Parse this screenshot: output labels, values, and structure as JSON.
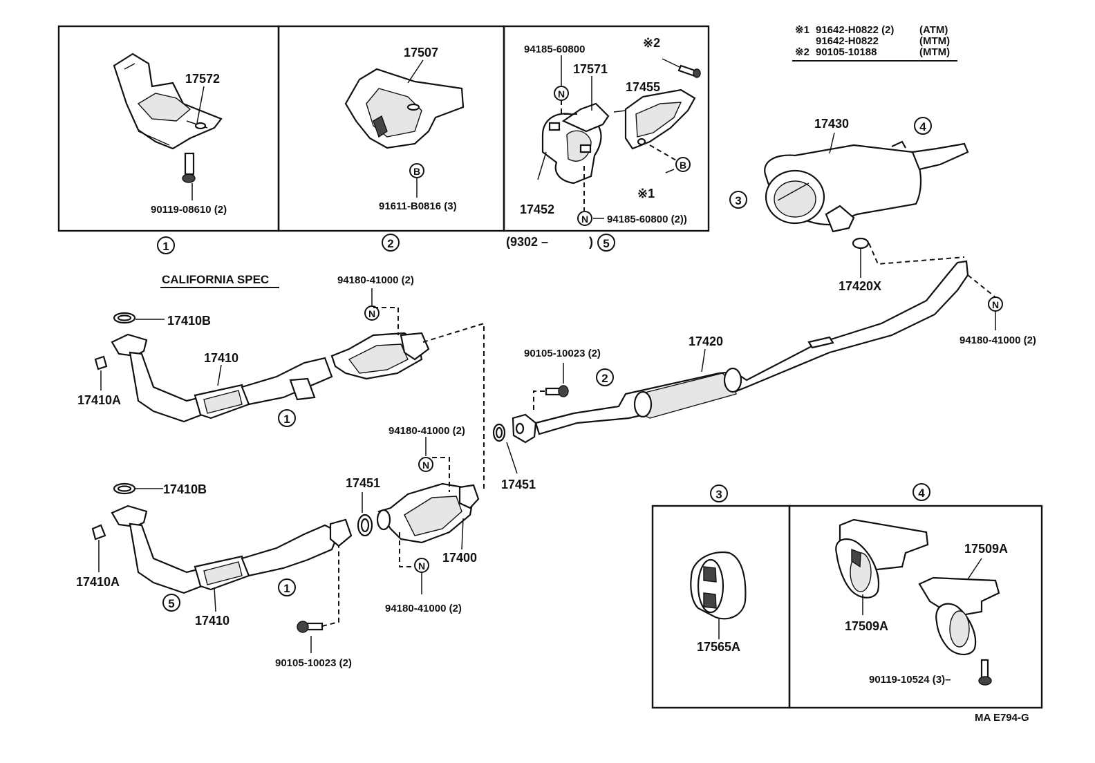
{
  "notes": {
    "line1_mark": "※1",
    "line1_part": "91642-H0822 (2)",
    "line1_spec": "(ATM)",
    "line2_part": "91642-H0822",
    "line2_spec": "(MTM)",
    "line3_mark": "※2",
    "line3_part": "90105-10188",
    "line3_spec": "(MTM)"
  },
  "inset_1": {
    "part_a": "17572",
    "bolt": "90119-08610 (2)",
    "ref": "1"
  },
  "inset_2": {
    "part_a": "17507",
    "bolt_marker": "B",
    "bolt": "91611-B0816 (3)",
    "ref": "2"
  },
  "inset_5": {
    "nut_top": "94185-60800",
    "n_marker": "N",
    "clamp": "17571",
    "bolt_mark": "※2",
    "bracket": "17455",
    "bracket_marker": "B",
    "bracket_mark": "※1",
    "band": "17452",
    "nut_bottom": "94185-60800 (2))",
    "range_from": "(9302 –",
    "range_close": ")",
    "ref": "5"
  },
  "california_label": "CALIFORNIA SPEC",
  "upper_assembly": {
    "gasket": "17410B",
    "nut": "17410A",
    "pipe": "17410",
    "ref": "1",
    "nut_set": "94180-41000 (2)",
    "n_marker": "N"
  },
  "lower_assembly": {
    "gasket": "17410B",
    "nut": "17410A",
    "pipe": "17410",
    "ref_pipe": "1",
    "ref_hanger": "5",
    "bolt": "90105-10023 (2)",
    "gasket_b": "17451",
    "converter": "17400",
    "nut_set_top": "94180-41000 (2)",
    "nut_set_bottom": "94180-41000 (2)",
    "n_marker": "N"
  },
  "center_pipe": {
    "bolt": "90105-10023 (2)",
    "ref": "2",
    "gasket": "17451",
    "pipe": "17420",
    "gasket_x": "17420X",
    "nut_set": "94180-41000 (2)",
    "n_marker": "N"
  },
  "muffler": {
    "part": "17430",
    "ref_left": "3",
    "ref_right": "4"
  },
  "inset_3": {
    "ref": "3",
    "part": "17565A"
  },
  "inset_4": {
    "ref": "4",
    "part_a": "17509A",
    "part_b": "17509A",
    "bolt": "90119-10524 (3)–"
  },
  "footer_code": "MA  E794-G"
}
